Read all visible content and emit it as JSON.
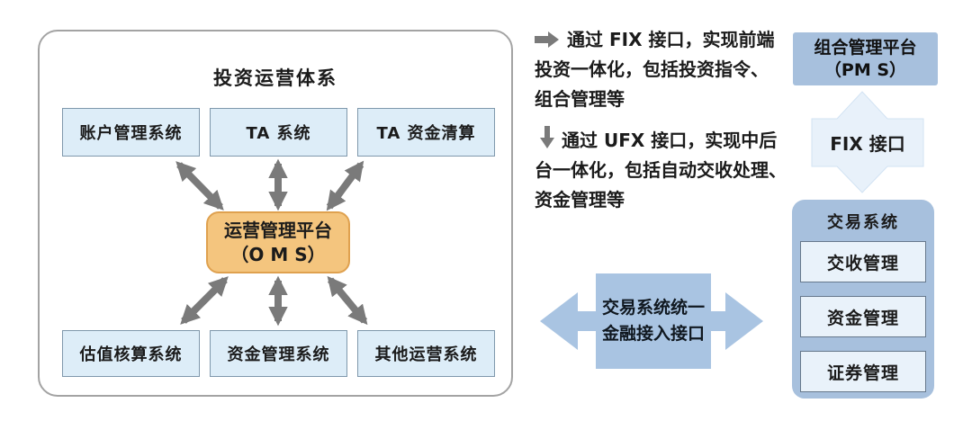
{
  "panel": {
    "title": "投资运营体系",
    "top_boxes": [
      "账户管理系统",
      "TA 系统",
      "TA 资金清算"
    ],
    "center_box": {
      "line1": "运营管理平台",
      "line2": "（O M S）"
    },
    "bottom_boxes": [
      "估值核算系统",
      "资金管理系统",
      "其他运营系统"
    ]
  },
  "annotations": [
    {
      "icon": "arrow-right-icon",
      "lines": [
        "通过 FIX 接口，实现前端",
        "投资一体化，包括投资指令、",
        "组合管理等"
      ]
    },
    {
      "icon": "arrow-down-icon",
      "lines": [
        "通过 UFX 接口，实现中后",
        "台一体化，包括自动交收处理、",
        "资金管理等"
      ]
    }
  ],
  "right_column": {
    "pms_box": {
      "line1": "组合管理平台",
      "line2": "（PM S）"
    },
    "fix_interface_label": "FIX 接口",
    "trading_system": {
      "title": "交易系统",
      "modules": [
        "交收管理",
        "资金管理",
        "证券管理"
      ]
    }
  },
  "bottom_connector": {
    "line1": "交易系统统一",
    "line2": "金融接入接口"
  },
  "colors": {
    "light_blue_box": "#ddedf8",
    "oms_orange": "#f4c57e",
    "oms_border": "#dfa14f",
    "panel_blue": "#a7c0dd",
    "connector_blue": "#a9c4e2",
    "callout_light": "#e8f1fa",
    "arrow_gray": "#7a7a7a"
  }
}
